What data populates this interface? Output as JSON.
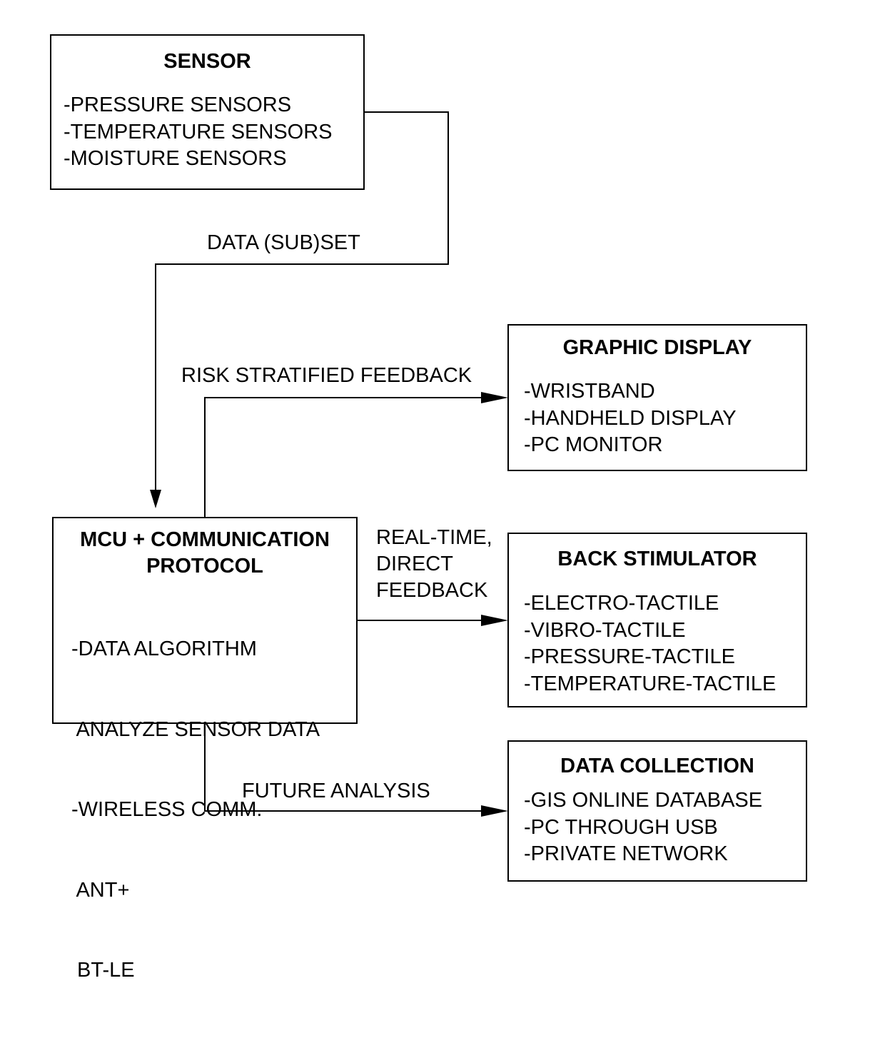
{
  "nodes": {
    "sensor": {
      "title": "SENSOR",
      "items": [
        "-PRESSURE SENSORS",
        "-TEMPERATURE SENSORS",
        "-MOISTURE SENSORS"
      ]
    },
    "mcu": {
      "title_line1": "MCU + COMMUNICATION",
      "title_line2": "PROTOCOL",
      "items": [
        "-DATA ALGORITHM",
        " ANALYZE SENSOR DATA",
        "-WIRELESS COMM.",
        " ANT+",
        " BT-LE"
      ]
    },
    "graphic_display": {
      "title": "GRAPHIC DISPLAY",
      "items": [
        "-WRISTBAND",
        "-HANDHELD DISPLAY",
        "-PC MONITOR"
      ]
    },
    "back_stimulator": {
      "title": "BACK STIMULATOR",
      "items": [
        "-ELECTRO-TACTILE",
        "-VIBRO-TACTILE",
        "-PRESSURE-TACTILE",
        "-TEMPERATURE-TACTILE"
      ]
    },
    "data_collection": {
      "title": "DATA COLLECTION",
      "items": [
        "-GIS ONLINE DATABASE",
        "-PC THROUGH USB",
        "-PRIVATE NETWORK"
      ]
    }
  },
  "edges": {
    "sensor_to_mcu": "DATA (SUB)SET",
    "mcu_to_display": "RISK STRATIFIED FEEDBACK",
    "mcu_to_stimulator": [
      "REAL-TIME,",
      "DIRECT",
      "FEEDBACK"
    ],
    "mcu_to_collection": "FUTURE ANALYSIS"
  }
}
